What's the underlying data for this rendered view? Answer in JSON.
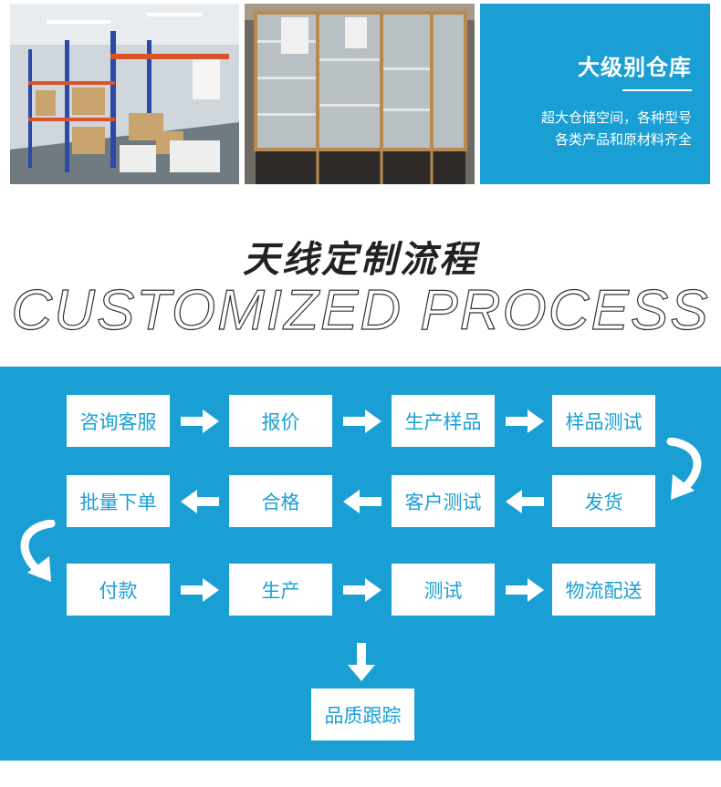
{
  "warehouse": {
    "title": "大级别仓库",
    "desc_line1": "超大仓储空间，各种型号",
    "desc_line2": "各类产品和原材料齐全"
  },
  "section": {
    "title": "天线定制流程",
    "subtitle": "CUSTOMIZED PROCESS"
  },
  "process": {
    "row1": [
      "咨询客服",
      "报价",
      "生产样品",
      "样品测试"
    ],
    "row2": [
      "批量下单",
      "合格",
      "客户测试",
      "发货"
    ],
    "row3": [
      "付款",
      "生产",
      "测试",
      "物流配送"
    ],
    "final": "品质跟踪"
  },
  "colors": {
    "accent": "#1a9fd4",
    "box": "#ffffff",
    "title": "#222222"
  }
}
